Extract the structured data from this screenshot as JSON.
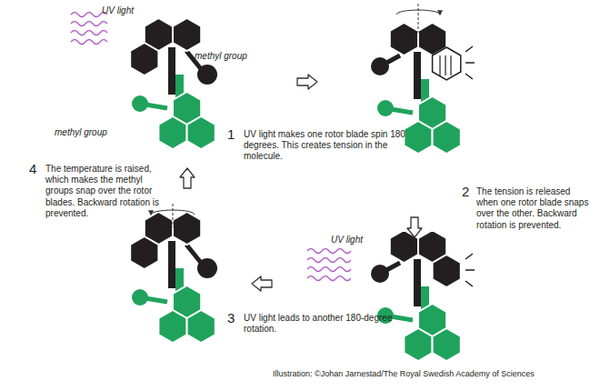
{
  "diagram": {
    "caption": "Illustration: ©Johan Jarnestad/The Royal Swedish Academy of Sciences",
    "labels": [
      "UV light",
      "methyl group",
      "methyl group",
      "1",
      "UV light makes one rotor blade spin 180 degrees. This creates tension in the molecule.",
      "2",
      "The tension is released when one rotor blade snaps over the other. Backward rotation is prevented.",
      "UV light",
      "3",
      "UV light leads to another 180-degree rotation.",
      "4",
      "The temperature is raised, which makes the methyl groups snap over the rotor blades. Backward rotation is prevented."
    ]
  }
}
